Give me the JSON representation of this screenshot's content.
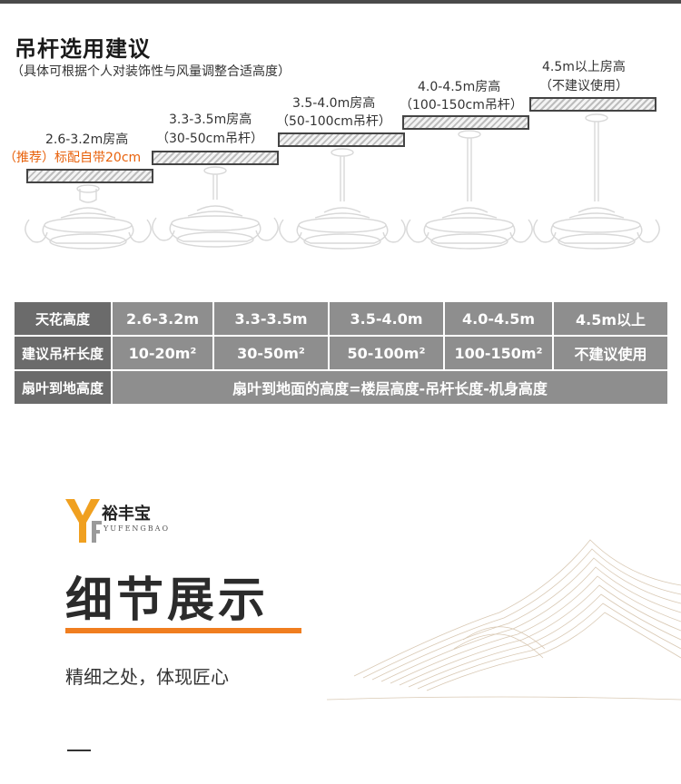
{
  "header": {
    "title": "吊杆选用建议",
    "subtitle": "（具体可根据个人对装饰性与风量调整合适高度）"
  },
  "fans": [
    {
      "label_line1": "2.6-3.2m房高",
      "label_line2": "（推荐）标配自带20cm",
      "line2_color": "#e8620c"
    },
    {
      "label_line1": "3.3-3.5m房高",
      "label_line2": "（30-50cm吊杆）"
    },
    {
      "label_line1": "3.5-4.0m房高",
      "label_line2": "（50-100cm吊杆）"
    },
    {
      "label_line1": "4.0-4.5m房高",
      "label_line2": "（100-150cm吊杆）"
    },
    {
      "label_line1": "4.5m以上房高",
      "label_line2": "（不建议使用）"
    }
  ],
  "table": {
    "rows": [
      {
        "head": "天花高度",
        "cells": [
          "2.6-3.2m",
          "3.3-3.5m",
          "3.5-4.0m",
          "4.0-4.5m",
          "4.5m以上"
        ]
      },
      {
        "head": "建议吊杆长度",
        "cells": [
          "10-20m²",
          "30-50m²",
          "50-100m²",
          "100-150m²",
          "不建议使用"
        ]
      },
      {
        "head": "扇叶到地高度",
        "span": "扇叶到地面的高度=楼层高度-吊杆长度-机身高度"
      }
    ]
  },
  "brand": {
    "name": "裕丰宝",
    "sub": "YUFENGBAO",
    "logo_colors": [
      "#f0a020",
      "#888888"
    ]
  },
  "detail": {
    "title": "细节展示",
    "subtitle": "精细之处，体现匠心",
    "accent": "#f07e1f"
  }
}
